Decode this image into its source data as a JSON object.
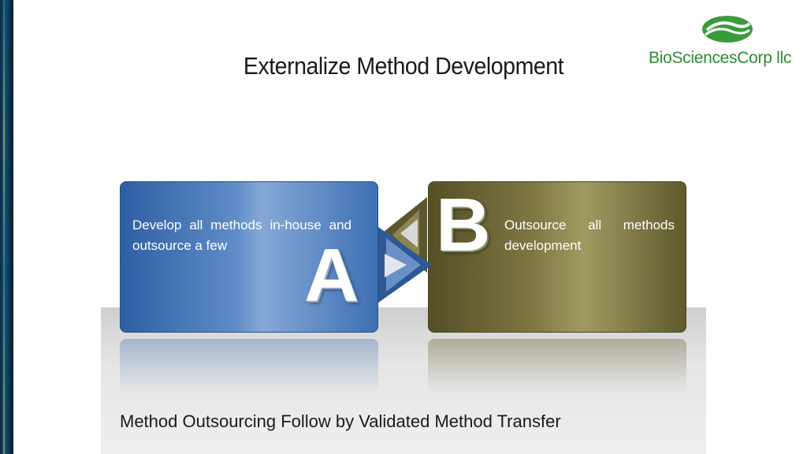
{
  "slide": {
    "title": "Externalize Method Development",
    "subtitle": "Method Outsourcing Follow by Validated Method Transfer"
  },
  "logo": {
    "text": "BioSciencesCorp llc",
    "color": "#2e8b2e"
  },
  "options": [
    {
      "letter": "A",
      "text": "Develop all methods in-house and outsource a few",
      "color": "#3d6fb4"
    },
    {
      "letter": "B",
      "text": "Outsource all methods development",
      "color": "#7e7642"
    }
  ]
}
